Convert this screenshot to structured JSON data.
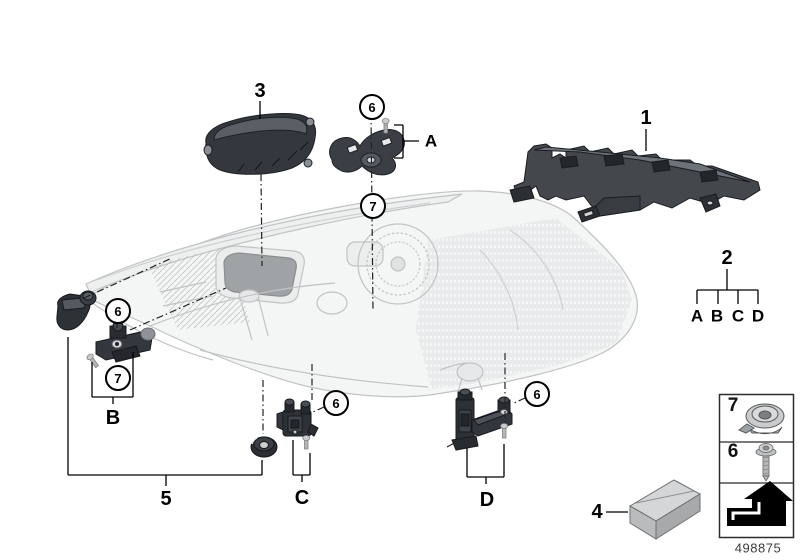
{
  "diagram": {
    "doc_number": "498875",
    "callouts": {
      "top_6": "6",
      "top_7": "7",
      "left_6": "6",
      "left_7": "7",
      "c_6": "6",
      "d_6": "6"
    },
    "part_labels": {
      "p1": "1",
      "p3": "3",
      "p4": "4",
      "p5": "5"
    },
    "group_labels": {
      "a": "A",
      "b": "B",
      "c": "C",
      "d": "D"
    },
    "legend": {
      "root": "2",
      "items": [
        "A",
        "B",
        "C",
        "D"
      ]
    },
    "panel": {
      "rows": [
        {
          "label": "7",
          "icon": "grommet-nut-icon"
        },
        {
          "label": "6",
          "icon": "torx-screw-icon"
        },
        {
          "label": "",
          "icon": "direction-arrow-icon"
        }
      ]
    },
    "colors": {
      "line_art": "#c0c3c5",
      "dark_part": "#33373d",
      "annotation": "#000000",
      "doc_number_color": "#3d3d3d"
    }
  }
}
